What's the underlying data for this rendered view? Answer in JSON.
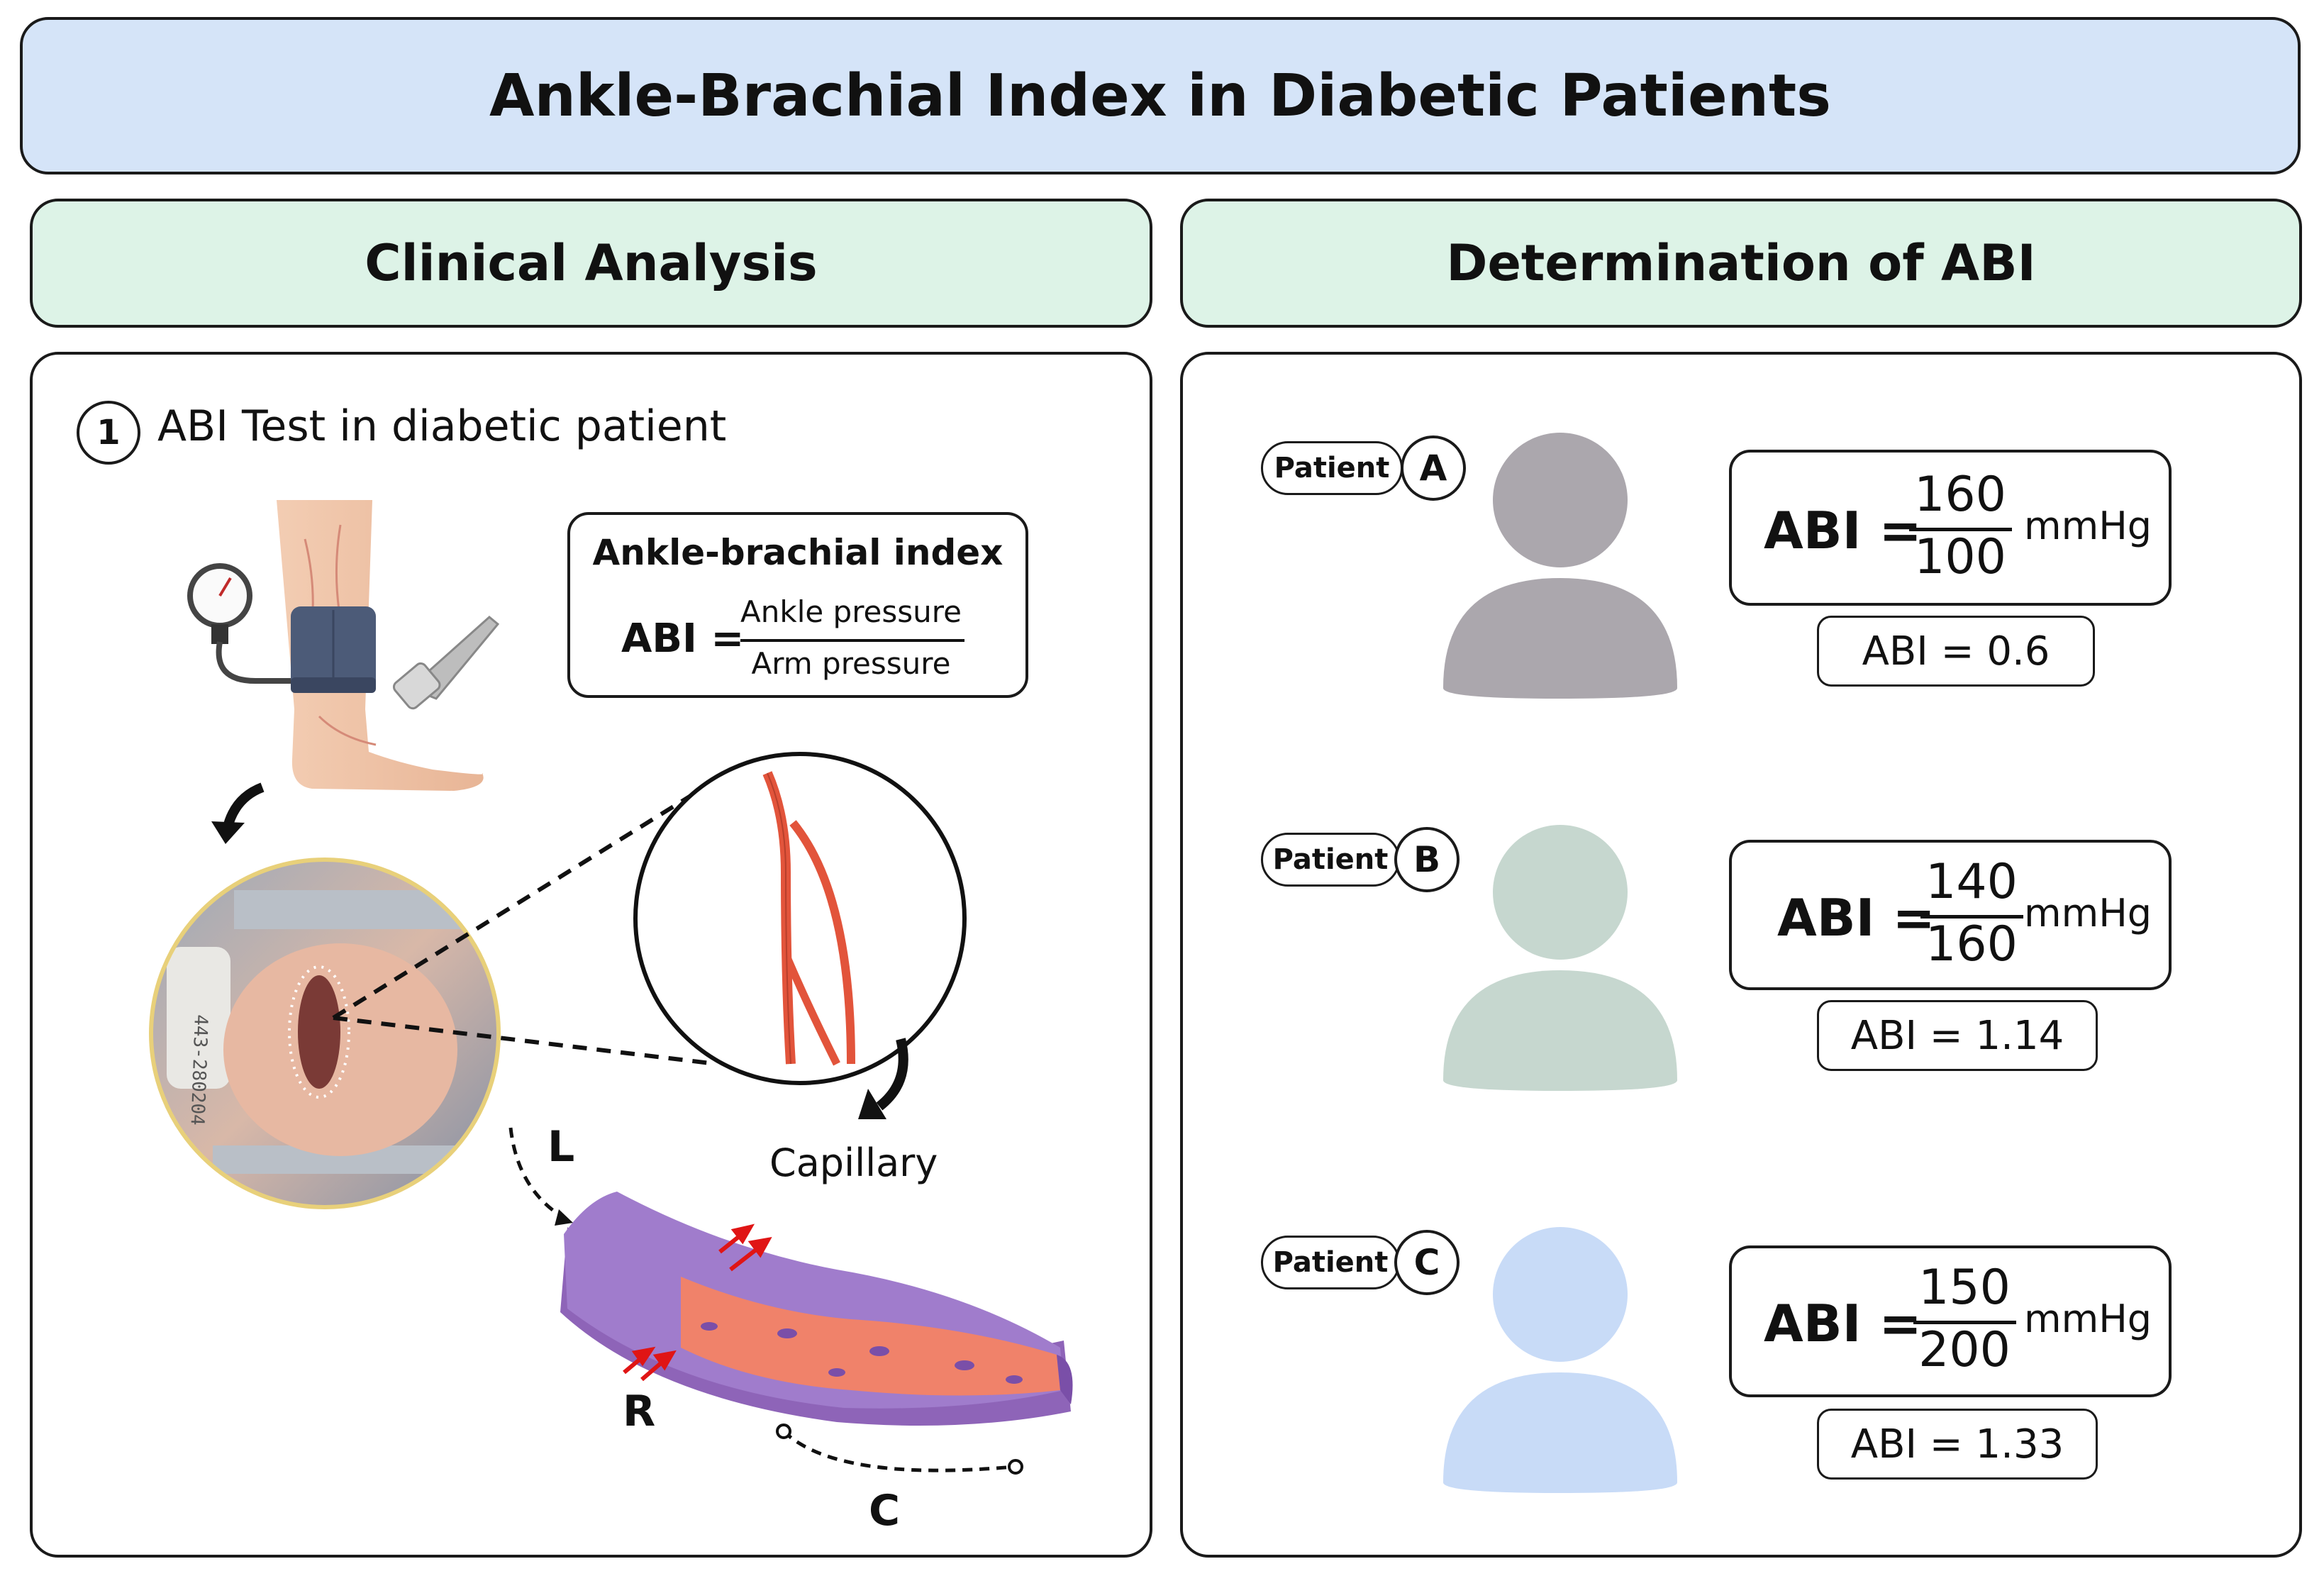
{
  "title": "Ankle-Brachial Index in Diabetic Patients",
  "sections": {
    "left": "Clinical Analysis",
    "right": "Determination of ABI"
  },
  "clinical": {
    "step_number": "1",
    "step_label": "ABI Test in diabetic patient",
    "formula": {
      "heading": "Ankle-brachial index",
      "lhs": "ABI =",
      "numerator": "Ankle pressure",
      "denominator": "Arm pressure"
    },
    "capillary_label": "Capillary",
    "vessel_labels": {
      "l": "L",
      "r": "R",
      "c": "C"
    },
    "ruler_text": "443-280204"
  },
  "patients": [
    {
      "tag": "Patient",
      "letter": "A",
      "lhs": "ABI =",
      "numerator": "160",
      "denominator": "100",
      "unit": "mmHg",
      "result": "ABI = 0.6",
      "color": "#aba7ad"
    },
    {
      "tag": "Patient",
      "letter": "B",
      "lhs": "ABI =",
      "numerator": "140",
      "denominator": "160",
      "unit": "mmHg",
      "result": "ABI = 1.14",
      "color": "#c6d7cf"
    },
    {
      "tag": "Patient",
      "letter": "C",
      "lhs": "ABI =",
      "numerator": "150",
      "denominator": "200",
      "unit": "mmHg",
      "result": "ABI = 1.33",
      "color": "#c8dbf7"
    }
  ],
  "colors": {
    "title_bg": "#d5e4f8",
    "section_bg": "#ddf3e7",
    "artery": "#e2543b",
    "vessel_outer": "#a07ccc",
    "vessel_inner": "#f0826a",
    "flow_arrow": "#e01515"
  }
}
